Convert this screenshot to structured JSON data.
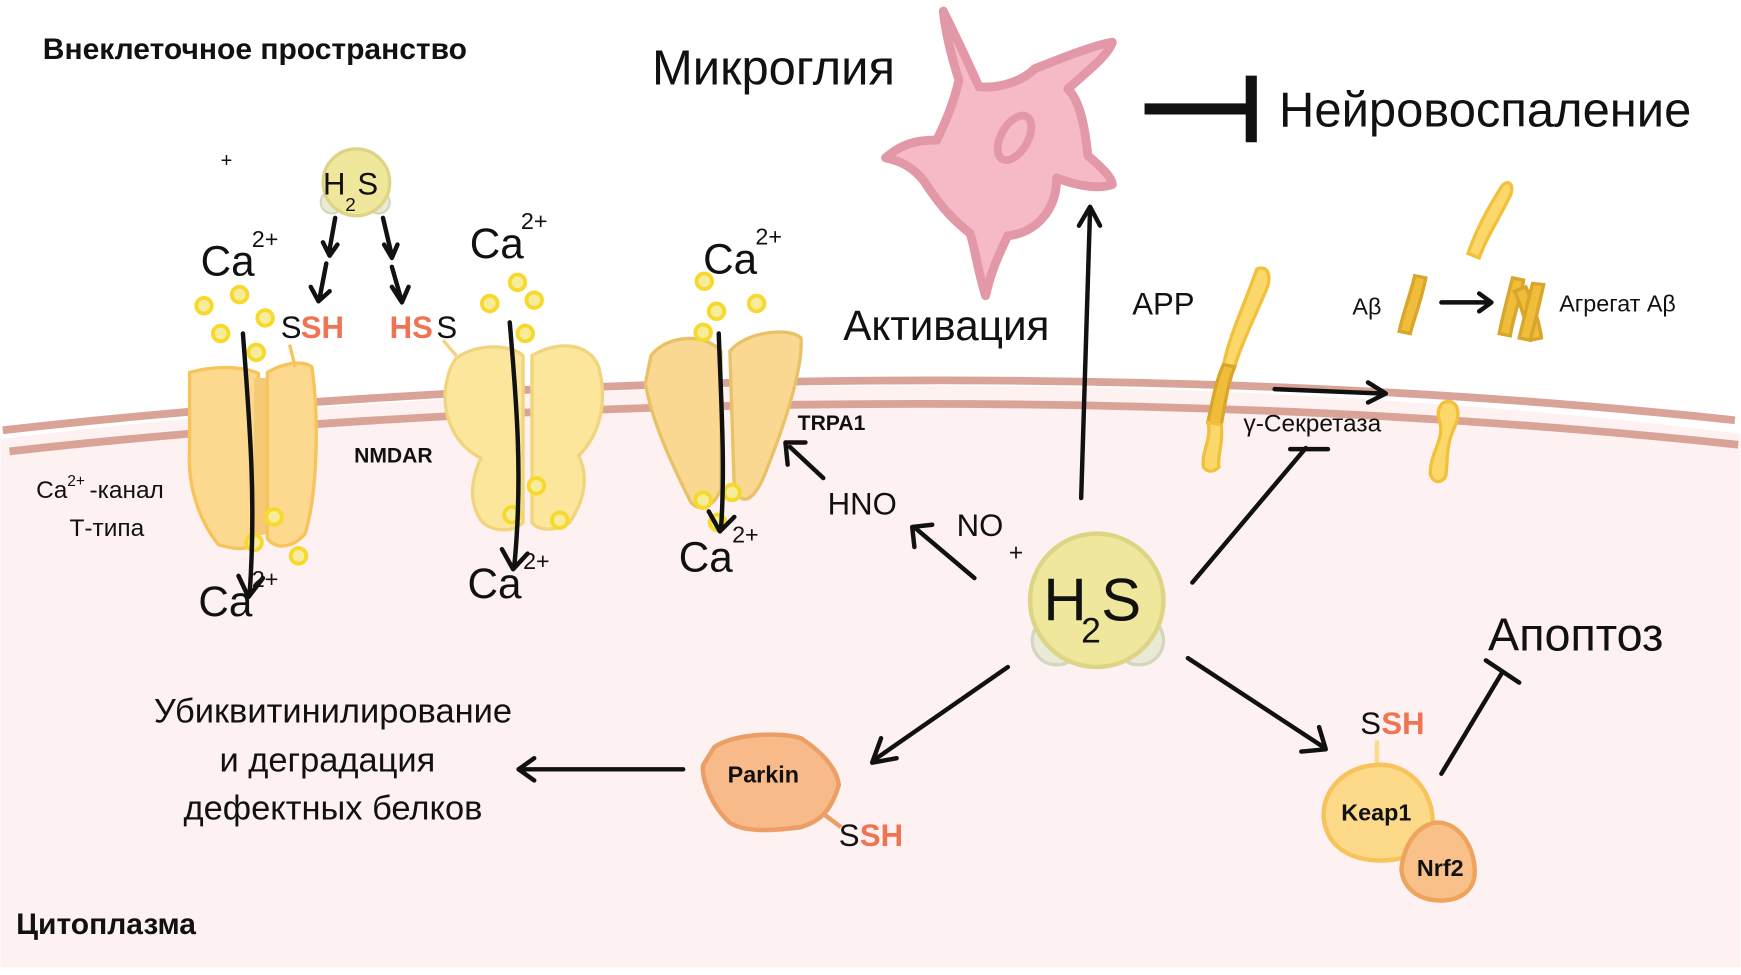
{
  "regions": {
    "extracellular": "Внеклеточное пространство",
    "cytoplasm": "Цитоплазма"
  },
  "top": {
    "microglia": "Микроглия",
    "neuroinflammation": "Нейровоспаление",
    "activation": "Активация"
  },
  "molecules": {
    "h2s_main": "H",
    "h2s_sub": "2",
    "h2s_s": "S",
    "plus": "+",
    "ca": "Ca",
    "ca_charge": "2+",
    "ssh_s": "S",
    "ssh_sh": "SH",
    "hss_hs": "HS",
    "hss_s": "S",
    "no": "NO",
    "hno": "HNO"
  },
  "channels": {
    "t_type_line1_a": "Ca",
    "t_type_line1_sup": "2+",
    "t_type_line1_b": "-канал",
    "t_type_line2": "Т-типа",
    "nmdar": "NMDAR",
    "trpa1": "TRPA1"
  },
  "amyloid": {
    "app": "APP",
    "abeta": "Aβ",
    "aggregate": "Агрегат Aβ",
    "gamma_secretase": "γ-Секретаза"
  },
  "proteins": {
    "parkin": "Parkin",
    "keap1": "Keap1",
    "nrf2": "Nrf2"
  },
  "outcomes": {
    "apoptosis": "Апоптоз",
    "ubiquitin_line1": "Убиквитинилирование",
    "ubiquitin_line2": "и деградация",
    "ubiquitin_line3": "дефектных белков"
  },
  "colors": {
    "membrane": "#d9a497",
    "cytoplasm": "#fdf2f1",
    "h2s": "#efe89c",
    "thiol_highlight": "#f07352",
    "microglia": "#f5bac6",
    "parkin": "#f8ba88",
    "keap1": "#fdd98a",
    "nrf2": "#f9c08a"
  }
}
